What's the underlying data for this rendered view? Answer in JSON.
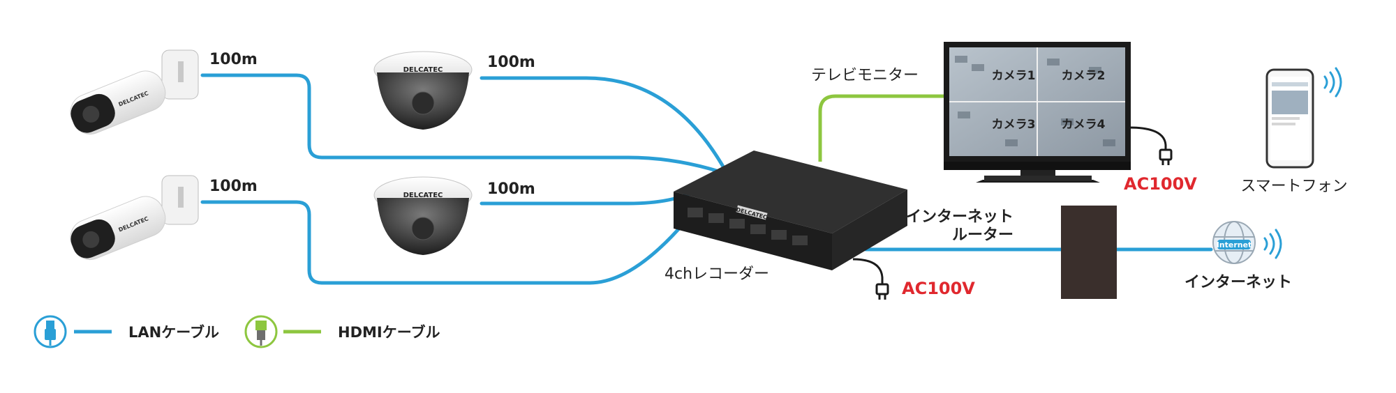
{
  "cameras": {
    "distance_labels": [
      "100m",
      "100m",
      "100m",
      "100m"
    ],
    "dome_brand": "DELCATEC",
    "bullet_brand": "DELCATEC"
  },
  "recorder": {
    "label": "4chレコーダー",
    "brand": "DELCATEC",
    "power": "AC100V"
  },
  "monitor": {
    "label": "テレビモニター",
    "power": "AC100V",
    "screens": [
      "カメラ1",
      "カメラ2",
      "カメラ3",
      "カメラ4"
    ]
  },
  "router": {
    "label_line1": "インターネット",
    "label_line2": "ルーター"
  },
  "internet": {
    "label": "インターネット",
    "globe_text": "Internet"
  },
  "smartphone": {
    "label": "スマートフォン"
  },
  "legend": {
    "lan": "LANケーブル",
    "hdmi": "HDMIケーブル"
  },
  "colors": {
    "lan": "#2a9fd6",
    "hdmi": "#8dc63f",
    "power_text": "#e0282e",
    "device": "#2b2b2b"
  }
}
